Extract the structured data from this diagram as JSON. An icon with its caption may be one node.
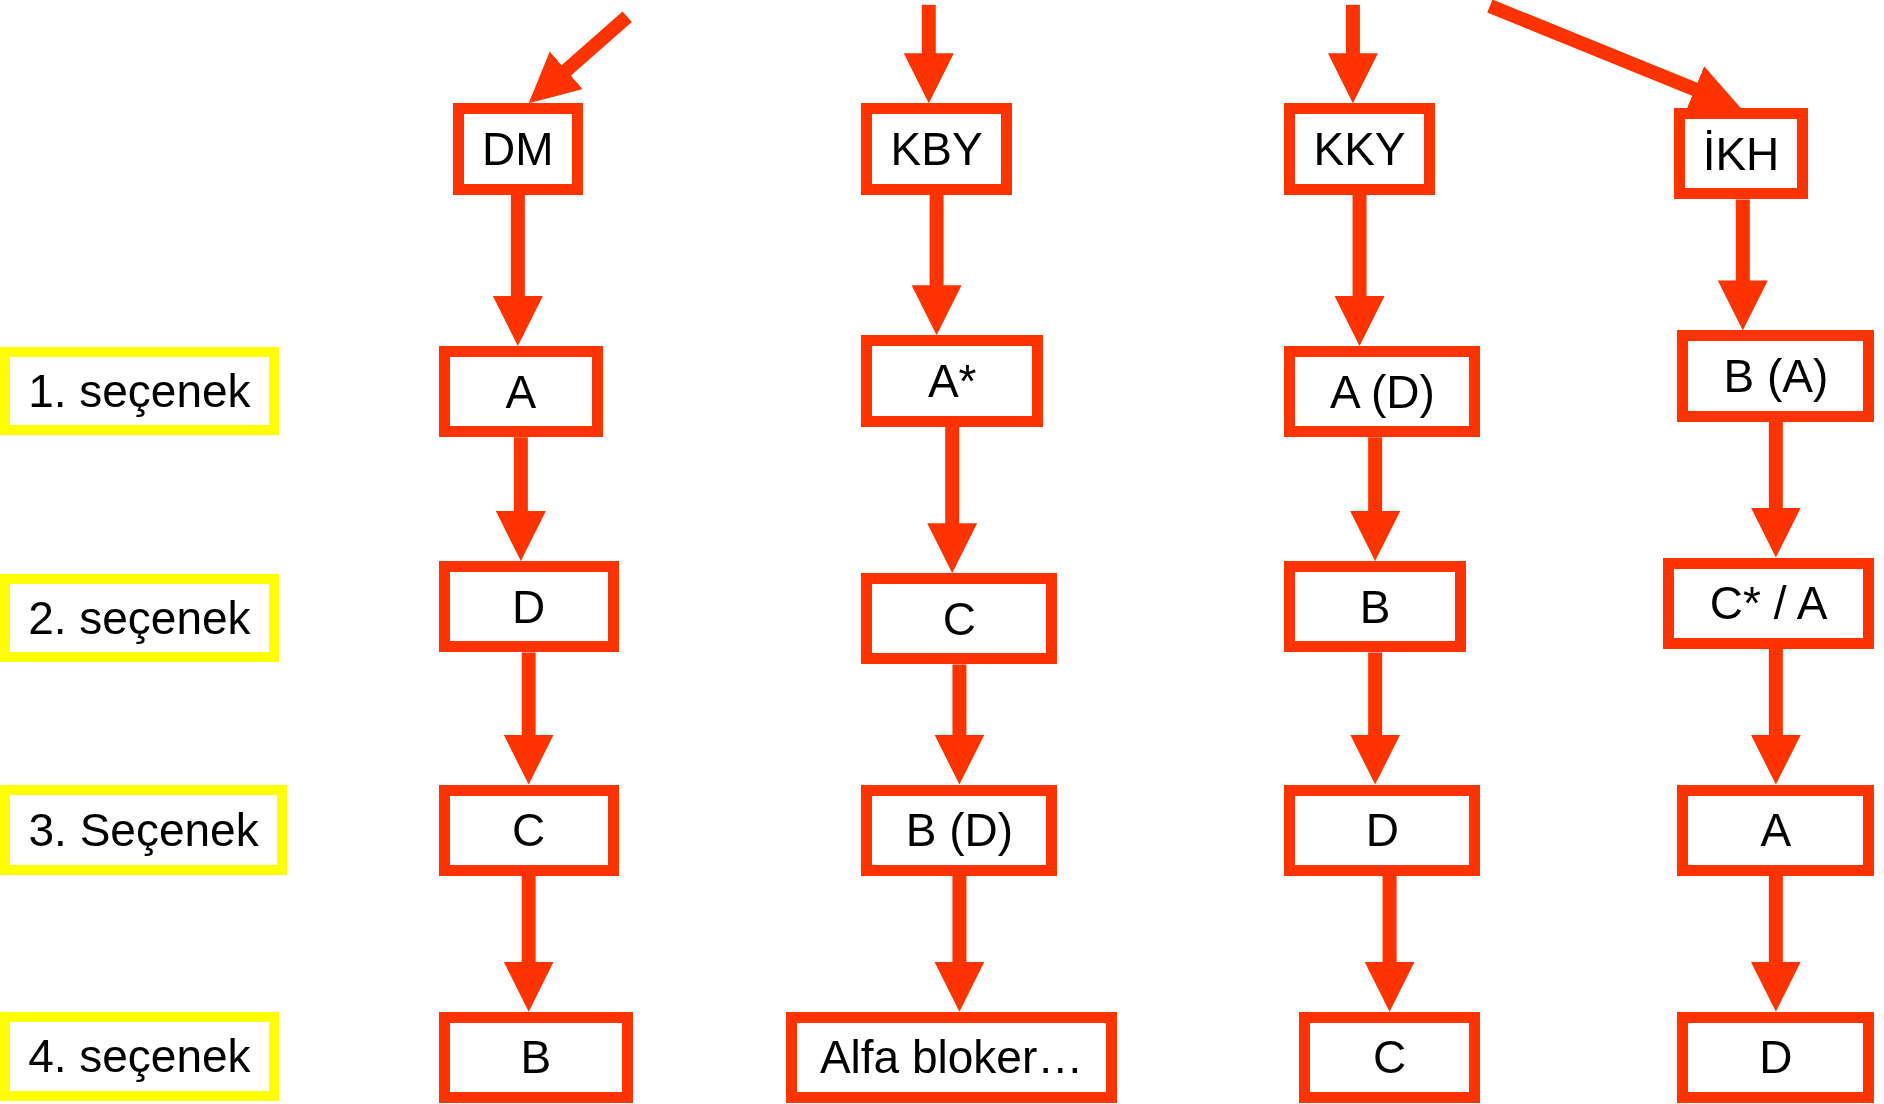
{
  "diagram": {
    "nodes": [
      {
        "text": [
          "DM"
        ]
      },
      {
        "text": [
          "KBY"
        ]
      },
      {
        "text": [
          "KKY"
        ]
      },
      {
        "text": [
          "İKH"
        ]
      },
      {
        "text": [
          "1. seçenek"
        ]
      },
      {
        "text": [
          "A"
        ]
      },
      {
        "text": [
          "A*"
        ]
      },
      {
        "text": [
          "A (D)"
        ]
      },
      {
        "text": [
          "B (A)"
        ]
      },
      {
        "text": [
          "2. seçenek"
        ]
      },
      {
        "text": [
          "D"
        ]
      },
      {
        "text": [
          "C"
        ]
      },
      {
        "text": [
          "B"
        ]
      },
      {
        "text": [
          "C* / A"
        ]
      },
      {
        "text": [
          "3. Seçenek"
        ]
      },
      {
        "text": [
          "C"
        ]
      },
      {
        "text": [
          "B (D)"
        ]
      },
      {
        "text": [
          "D"
        ]
      },
      {
        "text": [
          "A"
        ]
      },
      {
        "text": [
          "4. seçenek"
        ]
      },
      {
        "text": [
          "B"
        ]
      },
      {
        "text": [
          "Alfa bloker…"
        ]
      },
      {
        "text": [
          "C"
        ]
      },
      {
        "text": [
          "D"
        ]
      }
    ],
    "edges": [
      {
        "from": null,
        "to": 0,
        "arrow": "to"
      },
      {
        "from": null,
        "to": 1,
        "arrow": "to"
      },
      {
        "from": null,
        "to": 2,
        "arrow": "to"
      },
      {
        "from": null,
        "to": 3,
        "arrow": "to"
      },
      {
        "from": 0,
        "to": 5,
        "arrow": "to"
      },
      {
        "from": 5,
        "to": 10,
        "arrow": "to"
      },
      {
        "from": 10,
        "to": 15,
        "arrow": "to"
      },
      {
        "from": 15,
        "to": 20,
        "arrow": "to"
      },
      {
        "from": 1,
        "to": 6,
        "arrow": "to"
      },
      {
        "from": 6,
        "to": 11,
        "arrow": "to"
      },
      {
        "from": 11,
        "to": 16,
        "arrow": "to"
      },
      {
        "from": 16,
        "to": 21,
        "arrow": "to"
      },
      {
        "from": 2,
        "to": 7,
        "arrow": "to"
      },
      {
        "from": 7,
        "to": 12,
        "arrow": "to"
      },
      {
        "from": 12,
        "to": 17,
        "arrow": "to"
      },
      {
        "from": 17,
        "to": 22,
        "arrow": "to"
      },
      {
        "from": 3,
        "to": 8,
        "arrow": "to"
      },
      {
        "from": 8,
        "to": 13,
        "arrow": "to"
      },
      {
        "from": 13,
        "to": 18,
        "arrow": "to"
      },
      {
        "from": 18,
        "to": 23,
        "arrow": "to"
      }
    ]
  }
}
